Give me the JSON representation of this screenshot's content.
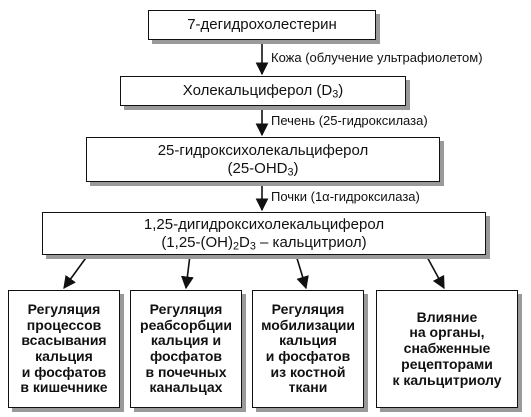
{
  "nodes": {
    "n1": {
      "text": "7-дегидрохолестерин"
    },
    "n2": {
      "text": "Холекальциферол (D",
      "sub": "3",
      "after": ")"
    },
    "n3": {
      "line1": "25-гидроксихолекальциферол",
      "line2_pre": "(25-OHD",
      "line2_sub": "3",
      "line2_post": ")"
    },
    "n4": {
      "line1": "1,25-дигидроксихолекальциферол",
      "line2_a": "(1,25-(OH)",
      "line2_sub1": "2",
      "line2_b": "D",
      "line2_sub2": "3",
      "line2_c": " – кальцитриол)"
    }
  },
  "edges": {
    "e1": "Кожа (облучение ультрафиолетом)",
    "e2": "Печень (25-гидроксилаза)",
    "e3": "Почки (1α-гидроксилаза)"
  },
  "effects": [
    {
      "lines": [
        "Регуляция",
        "процессов",
        "всасывания",
        "кальция",
        "и фосфатов",
        "в кишечнике"
      ]
    },
    {
      "lines": [
        "Регуляция",
        "реабсорбции",
        "кальция и",
        "фосфатов",
        "в почечных",
        "канальцах"
      ]
    },
    {
      "lines": [
        "Регуляция",
        "мобилизации",
        "кальция",
        "и фосфатов",
        "из костной",
        "ткани"
      ]
    },
    {
      "lines": [
        "Влияние",
        "на органы,",
        "снабженные",
        "рецепторами",
        "к кальцитриолу"
      ]
    }
  ]
}
